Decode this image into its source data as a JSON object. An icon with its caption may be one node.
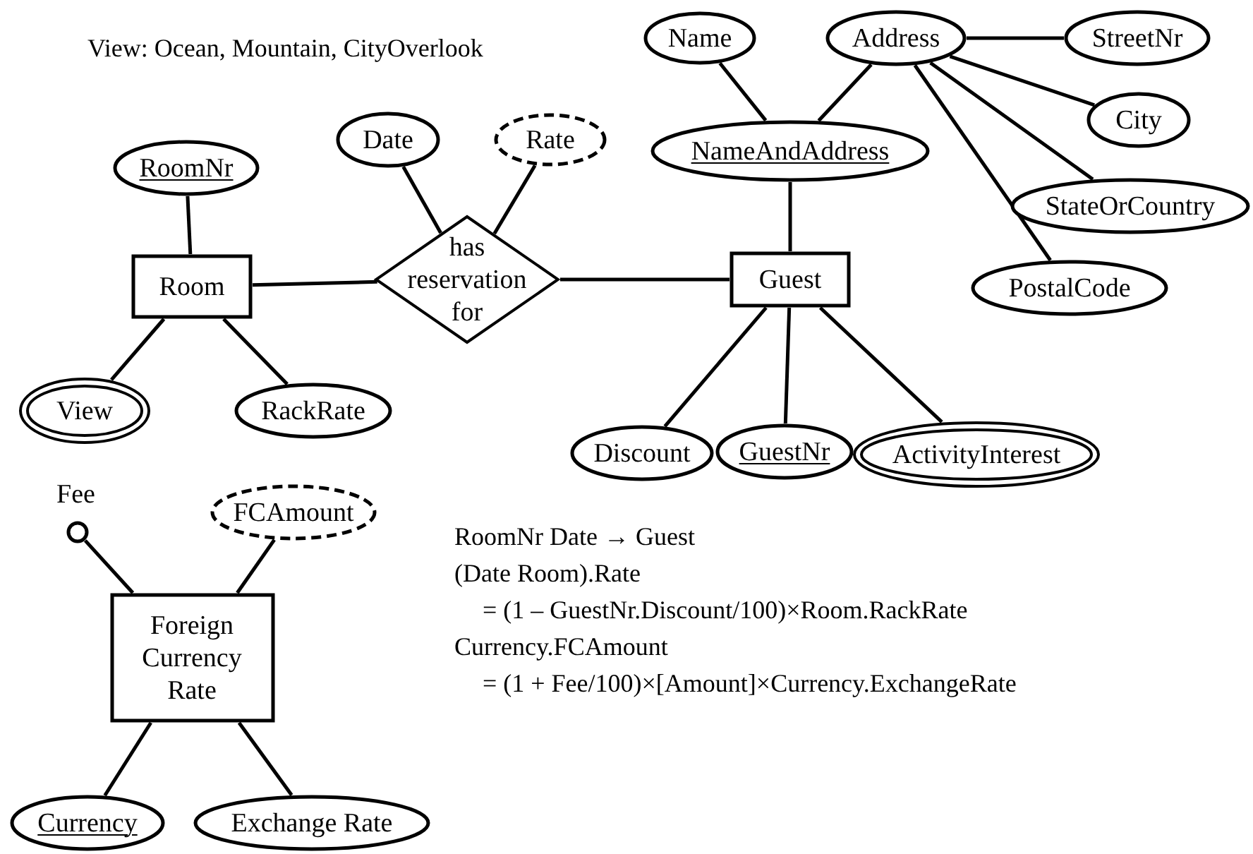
{
  "diagram": {
    "nodes": [
      {
        "text": [
          "Room"
        ]
      },
      {
        "text": [
          "has reservation for"
        ]
      },
      {
        "text": [
          "Guest"
        ]
      },
      {
        "text": [
          "RoomNr"
        ]
      },
      {
        "text": [
          "Date"
        ]
      },
      {
        "text": [
          "Rate"
        ]
      },
      {
        "text": [
          "View"
        ]
      },
      {
        "text": [
          "RackRate"
        ]
      },
      {
        "text": [
          "Name"
        ]
      },
      {
        "text": [
          "Address"
        ]
      },
      {
        "text": [
          "StreetNr"
        ]
      },
      {
        "text": [
          "City"
        ]
      },
      {
        "text": [
          "NameAndAddress"
        ]
      },
      {
        "text": [
          "StateOrCountry"
        ]
      },
      {
        "text": [
          "PostalCode"
        ]
      },
      {
        "text": [
          "Discount"
        ]
      },
      {
        "text": [
          "GuestNr"
        ]
      },
      {
        "text": [
          "ActivityInterest"
        ]
      },
      {
        "text": [],
        "shape": "circle",
        "beside": [
          "Fee"
        ]
      },
      {
        "text": [
          "FCAmount"
        ]
      },
      {
        "text": [
          "Foreign Currency Rate"
        ]
      },
      {
        "text": [
          "Currency"
        ]
      },
      {
        "text": [
          "Exchange Rate"
        ]
      }
    ],
    "edges": [
      {
        "from": 0,
        "to": 3,
        "arrow": "none"
      },
      {
        "from": 0,
        "to": 1,
        "arrow": "none"
      },
      {
        "from": 1,
        "to": 2,
        "arrow": "none"
      },
      {
        "from": 1,
        "to": 4,
        "arrow": "none"
      },
      {
        "from": 1,
        "to": 5,
        "arrow": "none"
      },
      {
        "from": 0,
        "to": 6,
        "arrow": "none"
      },
      {
        "from": 0,
        "to": 7,
        "arrow": "none"
      },
      {
        "from": 2,
        "to": 12,
        "arrow": "none"
      },
      {
        "from": 12,
        "to": 8,
        "arrow": "none"
      },
      {
        "from": 12,
        "to": 9,
        "arrow": "none"
      },
      {
        "from": 9,
        "to": 10,
        "arrow": "none"
      },
      {
        "from": 9,
        "to": 11,
        "arrow": "none"
      },
      {
        "from": 9,
        "to": 13,
        "arrow": "none"
      },
      {
        "from": 9,
        "to": 14,
        "arrow": "none"
      },
      {
        "from": 2,
        "to": 15,
        "arrow": "none"
      },
      {
        "from": 2,
        "to": 16,
        "arrow": "none"
      },
      {
        "from": 2,
        "to": 17,
        "arrow": "none"
      },
      {
        "from": 20,
        "to": 18,
        "arrow": "none"
      },
      {
        "from": 20,
        "to": 19,
        "arrow": "none"
      },
      {
        "from": 20,
        "to": 21,
        "arrow": "none"
      },
      {
        "from": 20,
        "to": 22,
        "arrow": "none"
      }
    ],
    "labels": [
      "View: Ocean, Mountain, CityOverlook",
      "RoomNr Date → Guest",
      "(Date Room).Rate",
      "= (1 – GuestNr.Discount/100)×Room.RackRate",
      "Currency.FCAmount",
      "= (1 + Fee/100)×[Amount]×Currency.ExchangeRate"
    ]
  }
}
